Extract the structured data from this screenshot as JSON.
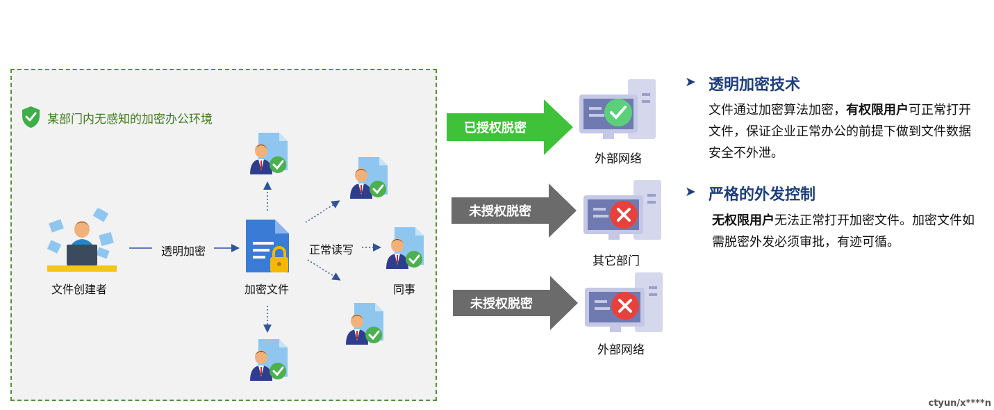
{
  "environment": {
    "title": "某部门内无感知的加密办公环境",
    "creator_label": "文件创建者",
    "transparent_encrypt_label": "透明加密",
    "encrypted_file_label": "加密文件",
    "normal_rw_label": "正常读写",
    "colleague_label": "同事"
  },
  "flows": [
    {
      "banner": "已授权脱密",
      "banner_color": "#3fc23a",
      "network": "外部网络",
      "status": "check-icon"
    },
    {
      "banner": "未授权脱密",
      "banner_color": "#6b6b6b",
      "network": "其它部门",
      "status": "x-icon"
    },
    {
      "banner": "未授权脱密",
      "banner_color": "#6b6b6b",
      "network": "外部网络",
      "status": "x-icon"
    }
  ],
  "sections": [
    {
      "title": "透明加密技术",
      "body_pre": "文件通过加密算法加密，",
      "body_bold": "有权限用户",
      "body_post": "可正常打开文件，保证企业正常办公的前提下做到文件数据安全不外泄。"
    },
    {
      "title": "严格的外发控制",
      "body_pre": "",
      "body_bold": "无权限用户",
      "body_post": "无法正常打开加密文件。加密文件如需脱密外发必须审批，有迹可循。"
    }
  ],
  "watermark": "ctyun/x****n",
  "colors": {
    "env_border": "#5a8f3a",
    "env_title": "#3f7b1e",
    "accent_blue": "#1f3f7a",
    "arrow_blue": "#2f5597"
  }
}
